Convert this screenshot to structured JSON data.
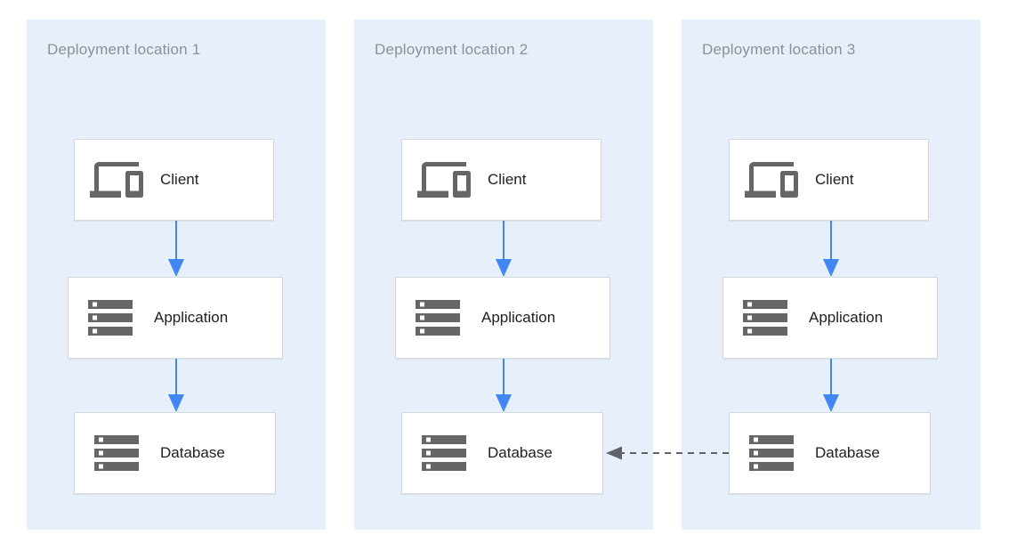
{
  "panels": [
    {
      "title": "Deployment location 1",
      "nodes": [
        {
          "label": "Client",
          "icon": "devices-icon"
        },
        {
          "label": "Application",
          "icon": "server-stack-icon"
        },
        {
          "label": "Database",
          "icon": "server-stack-icon"
        }
      ]
    },
    {
      "title": "Deployment location 2",
      "nodes": [
        {
          "label": "Client",
          "icon": "devices-icon"
        },
        {
          "label": "Application",
          "icon": "server-stack-icon"
        },
        {
          "label": "Database",
          "icon": "server-stack-icon"
        }
      ]
    },
    {
      "title": "Deployment location 3",
      "nodes": [
        {
          "label": "Client",
          "icon": "devices-icon"
        },
        {
          "label": "Application",
          "icon": "server-stack-icon"
        },
        {
          "label": "Database",
          "icon": "server-stack-icon"
        }
      ]
    }
  ],
  "connections": [
    {
      "panel": "Deployment location 1",
      "from": "Client",
      "to": "Application",
      "style": "solid-blue-arrow"
    },
    {
      "panel": "Deployment location 1",
      "from": "Application",
      "to": "Database",
      "style": "solid-blue-arrow"
    },
    {
      "panel": "Deployment location 2",
      "from": "Client",
      "to": "Application",
      "style": "solid-blue-arrow"
    },
    {
      "panel": "Deployment location 2",
      "from": "Application",
      "to": "Database",
      "style": "solid-blue-arrow"
    },
    {
      "panel": "Deployment location 3",
      "from": "Client",
      "to": "Application",
      "style": "solid-blue-arrow"
    },
    {
      "panel": "Deployment location 3",
      "from": "Application",
      "to": "Database",
      "style": "solid-blue-arrow"
    },
    {
      "from": "Database (Deployment location 3)",
      "to": "Database (Deployment location 2)",
      "style": "dashed-gray-arrow"
    }
  ],
  "colors": {
    "panel_background": "#e7f0fa",
    "node_background": "#ffffff",
    "node_border": "#d7d7d7",
    "flow_arrow_blue": "#4285f4",
    "replication_arrow_gray": "#5f6368",
    "icon_gray": "#666666",
    "panel_title_text": "#8a9097",
    "node_label_text": "#212121"
  }
}
